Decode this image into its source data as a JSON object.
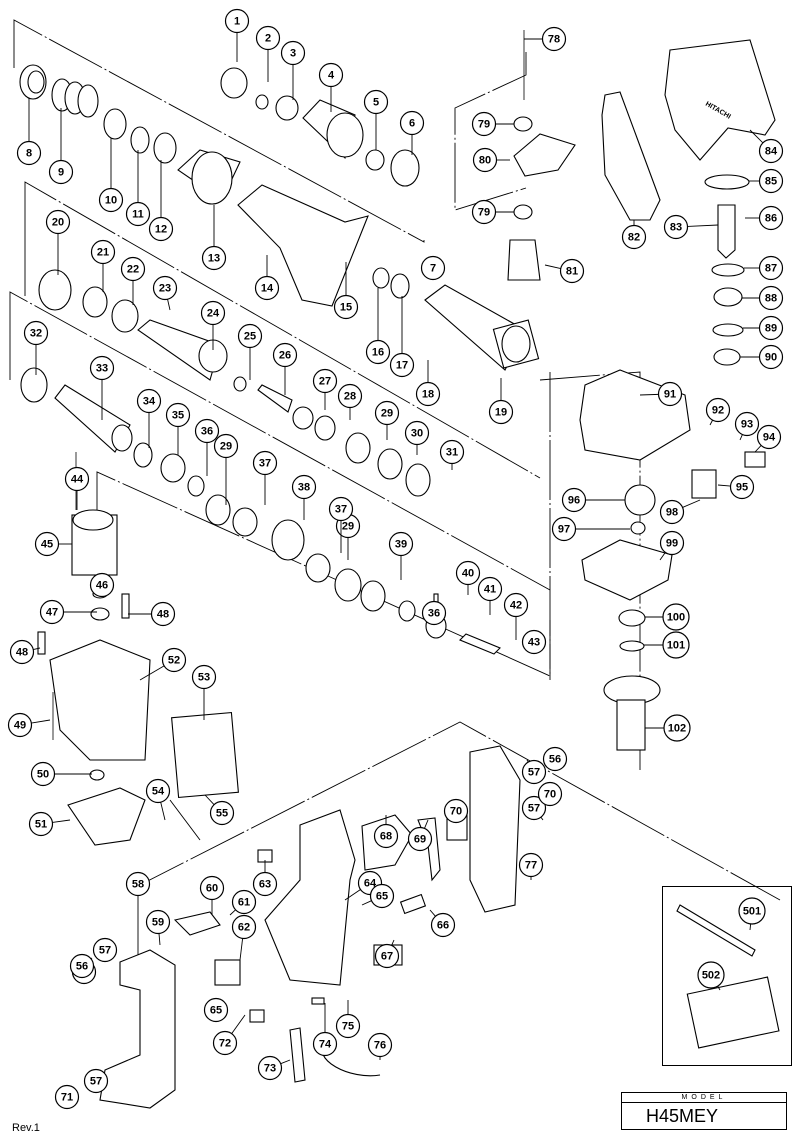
{
  "document": {
    "type": "exploded parts diagram",
    "brand_marking": "HITACHI",
    "revision": "Rev.1",
    "model": {
      "caption": "MODEL",
      "name": "H45MEY"
    }
  },
  "callouts": [
    "1",
    "2",
    "3",
    "4",
    "5",
    "6",
    "7",
    "8",
    "9",
    "10",
    "11",
    "12",
    "13",
    "14",
    "14",
    "15",
    "16",
    "17",
    "18",
    "19",
    "20",
    "21",
    "22",
    "23",
    "24",
    "25",
    "26",
    "27",
    "28",
    "29",
    "29",
    "29",
    "30",
    "31",
    "32",
    "33",
    "34",
    "35",
    "36",
    "36",
    "37",
    "37",
    "38",
    "39",
    "40",
    "41",
    "42",
    "43",
    "44",
    "45",
    "46",
    "47",
    "48",
    "48",
    "49",
    "50",
    "51",
    "52",
    "53",
    "54",
    "55",
    "56",
    "56",
    "57",
    "57",
    "57",
    "57",
    "58",
    "59",
    "60",
    "61",
    "62",
    "63",
    "64",
    "65",
    "65",
    "66",
    "67",
    "68",
    "69",
    "70",
    "70",
    "71",
    "72",
    "73",
    "74",
    "75",
    "76",
    "77",
    "78",
    "79",
    "79",
    "80",
    "81",
    "82",
    "83",
    "84",
    "85",
    "86",
    "87",
    "88",
    "89",
    "90",
    "91",
    "92",
    "93",
    "94",
    "95",
    "96",
    "97",
    "98",
    "99",
    "100",
    "101",
    "102",
    "501",
    "502"
  ],
  "accessory_box": {
    "items": [
      "501",
      "502"
    ]
  }
}
